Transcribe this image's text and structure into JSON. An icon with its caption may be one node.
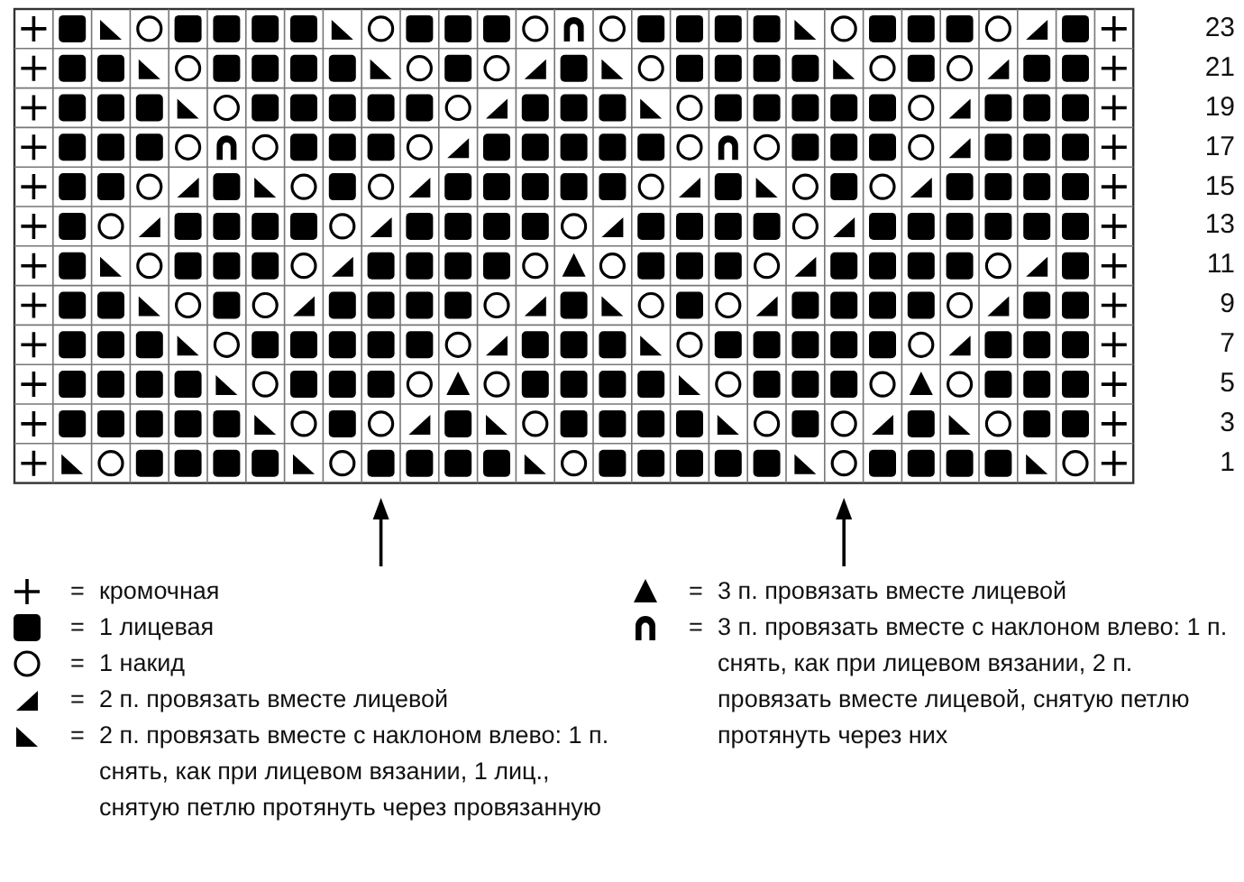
{
  "diagram": {
    "labels": [
      "23",
      "21",
      "19",
      "17",
      "15",
      "13",
      "11",
      "9",
      "7",
      "5",
      "3",
      "1",
      "=",
      "=",
      "=",
      "=",
      "=",
      "=",
      "="
    ],
    "legend": [
      {
        "text": "кромочная"
      },
      {
        "text": "1 лицевая"
      },
      {
        "text": "1 накид"
      },
      {
        "text": "2 п. провязать вместе лицевой"
      },
      {
        "text": "2 п. провязать вместе с наклоном влево: 1 п. снять, как при лицевом вязании, 1 лиц., снятую петлю протянуть через провязанную"
      },
      {
        "text": "3 п. провязать вместе лицевой"
      },
      {
        "text": "3 п. провязать вместе с наклоном влево: 1 п. снять, как при лицевом вязании, 2 п. провязать вместе лицевой, снятую петлю протянуть через них"
      }
    ]
  }
}
